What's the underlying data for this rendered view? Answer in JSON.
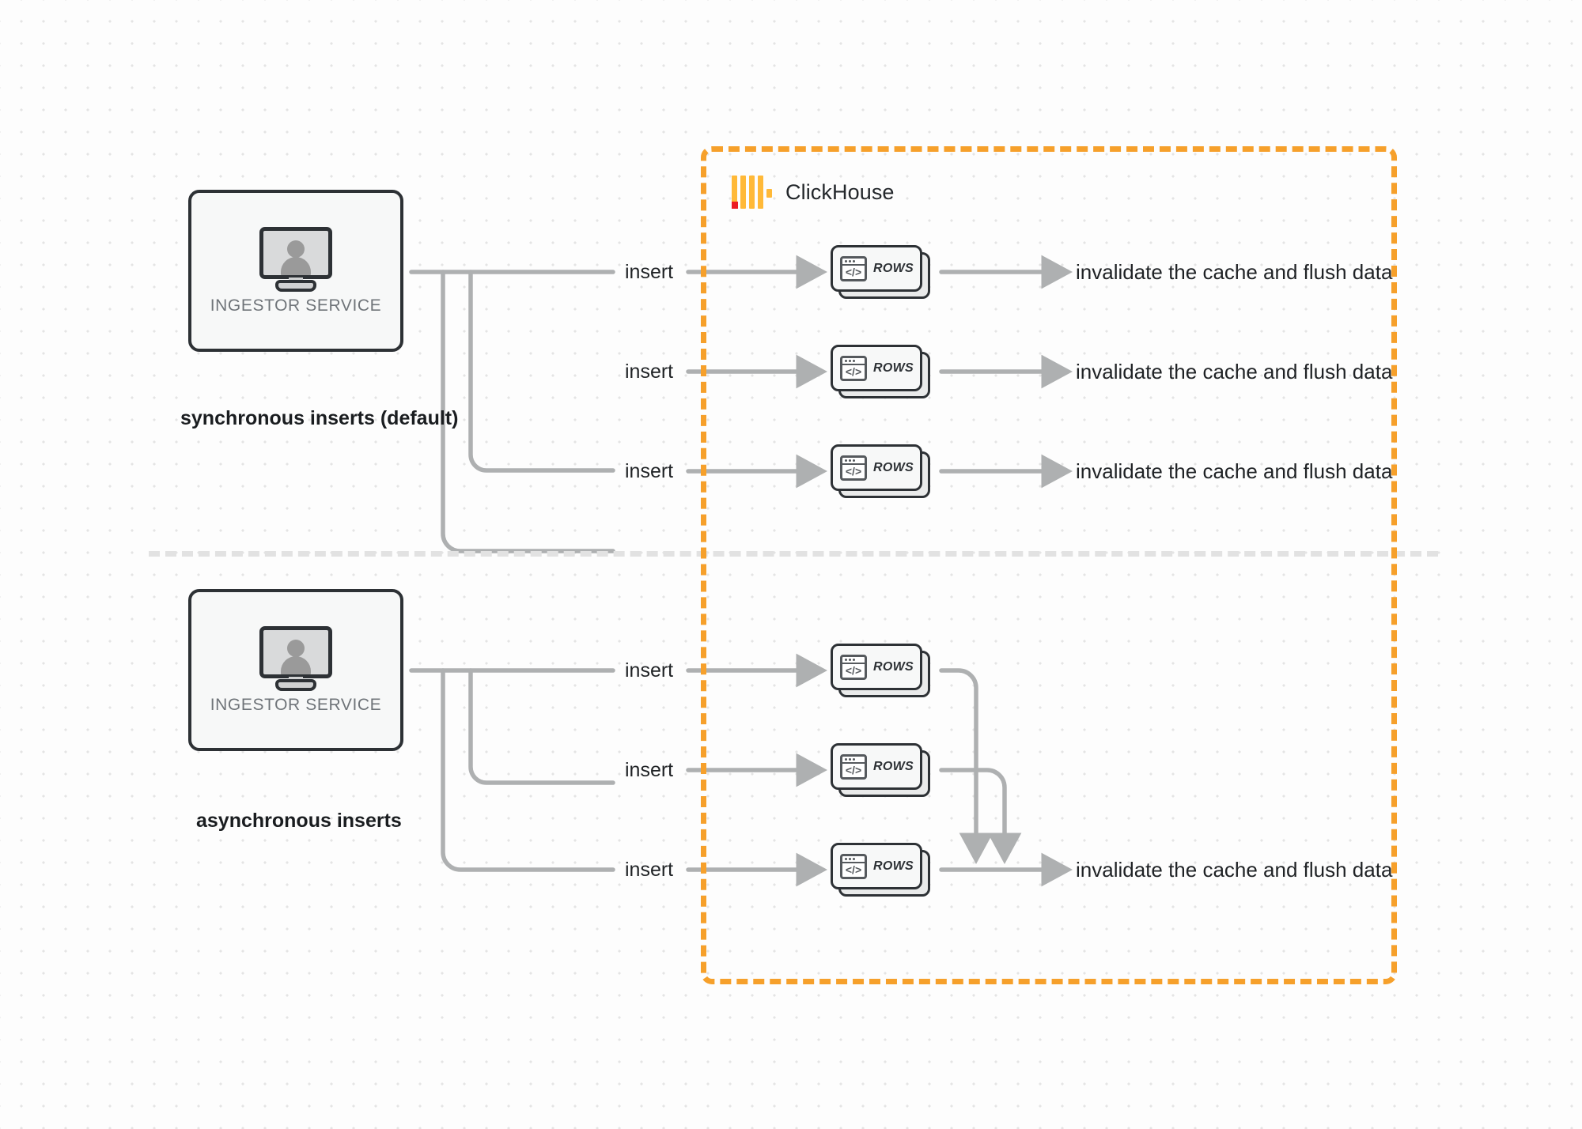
{
  "diagram": {
    "title": "ClickHouse synchronous vs asynchronous inserts",
    "colors": {
      "accent_orange": "#f6a02b",
      "logo_yellow": "#ffb938",
      "logo_red": "#ec1c24",
      "wire_gray": "#aeb0b1",
      "node_outline": "#2d3135",
      "divider_gray": "#e2e2e2"
    }
  },
  "clickhouse_group": {
    "name": "ClickHouse",
    "logo_icon": "clickhouse-logo-icon"
  },
  "sections": [
    {
      "id": "synchronous",
      "label": "synchronous inserts (default)",
      "service": {
        "label": "INGESTOR SERVICE",
        "icon": "monitor-user-icon"
      },
      "flows": [
        {
          "edge_label": "insert",
          "node_label": "ROWS",
          "node_icon": "code-window-icon",
          "sink_label": "invalidate the cache and flush data"
        },
        {
          "edge_label": "insert",
          "node_label": "ROWS",
          "node_icon": "code-window-icon",
          "sink_label": "invalidate the cache and flush data"
        },
        {
          "edge_label": "insert",
          "node_label": "ROWS",
          "node_icon": "code-window-icon",
          "sink_label": "invalidate the cache and flush data"
        }
      ]
    },
    {
      "id": "asynchronous",
      "label": "asynchronous inserts",
      "service": {
        "label": "INGESTOR SERVICE",
        "icon": "monitor-user-icon"
      },
      "flows": [
        {
          "edge_label": "insert",
          "node_label": "ROWS",
          "node_icon": "code-window-icon"
        },
        {
          "edge_label": "insert",
          "node_label": "ROWS",
          "node_icon": "code-window-icon"
        },
        {
          "edge_label": "insert",
          "node_label": "ROWS",
          "node_icon": "code-window-icon"
        }
      ],
      "merged_sink_label": "invalidate the cache and flush data"
    }
  ]
}
